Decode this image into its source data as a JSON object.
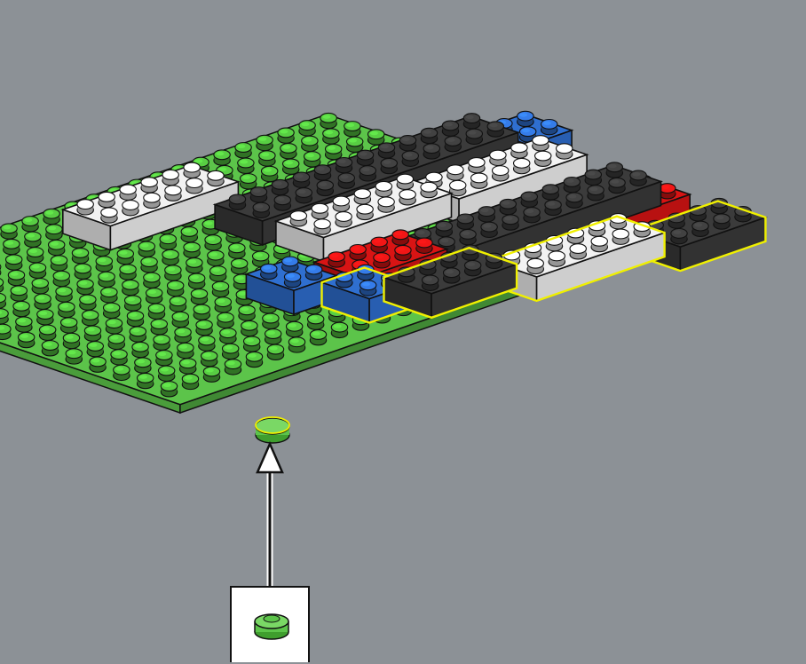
{
  "colors": {
    "background": "#8c9196",
    "baseplate": "#5cc44a",
    "stud_green": "#4fb83c",
    "white": "#f2f2f2",
    "black": "#3b3b3b",
    "red": "#d81414",
    "blue": "#2f6fd0",
    "highlight": "#f0f000",
    "callout_border": "#111111"
  },
  "scene": {
    "baseplate": "green-baseplate",
    "bricks": [
      {
        "color": "black",
        "size": "2x12",
        "highlighted": false
      },
      {
        "color": "white",
        "size": "2x6",
        "highlighted": false
      },
      {
        "color": "white",
        "size": "2x6",
        "highlighted": false
      },
      {
        "color": "white",
        "size": "2x6",
        "highlighted": false
      },
      {
        "color": "blue",
        "size": "2x2",
        "highlighted": false
      },
      {
        "color": "red",
        "size": "2x4",
        "highlighted": false
      },
      {
        "color": "black",
        "size": "2x10",
        "highlighted": false
      },
      {
        "color": "red",
        "size": "2x4",
        "highlighted": false
      },
      {
        "color": "blue",
        "size": "2x2",
        "highlighted": false
      },
      {
        "color": "blue",
        "size": "2x2",
        "highlighted": true
      },
      {
        "color": "black",
        "size": "2x4",
        "highlighted": true
      },
      {
        "color": "white",
        "size": "2x6",
        "highlighted": true
      },
      {
        "color": "black",
        "size": "2x4",
        "highlighted": true
      }
    ]
  },
  "callout": {
    "part": "green-round-plate-1x1",
    "pointer_icon": "arrow-up-icon"
  }
}
